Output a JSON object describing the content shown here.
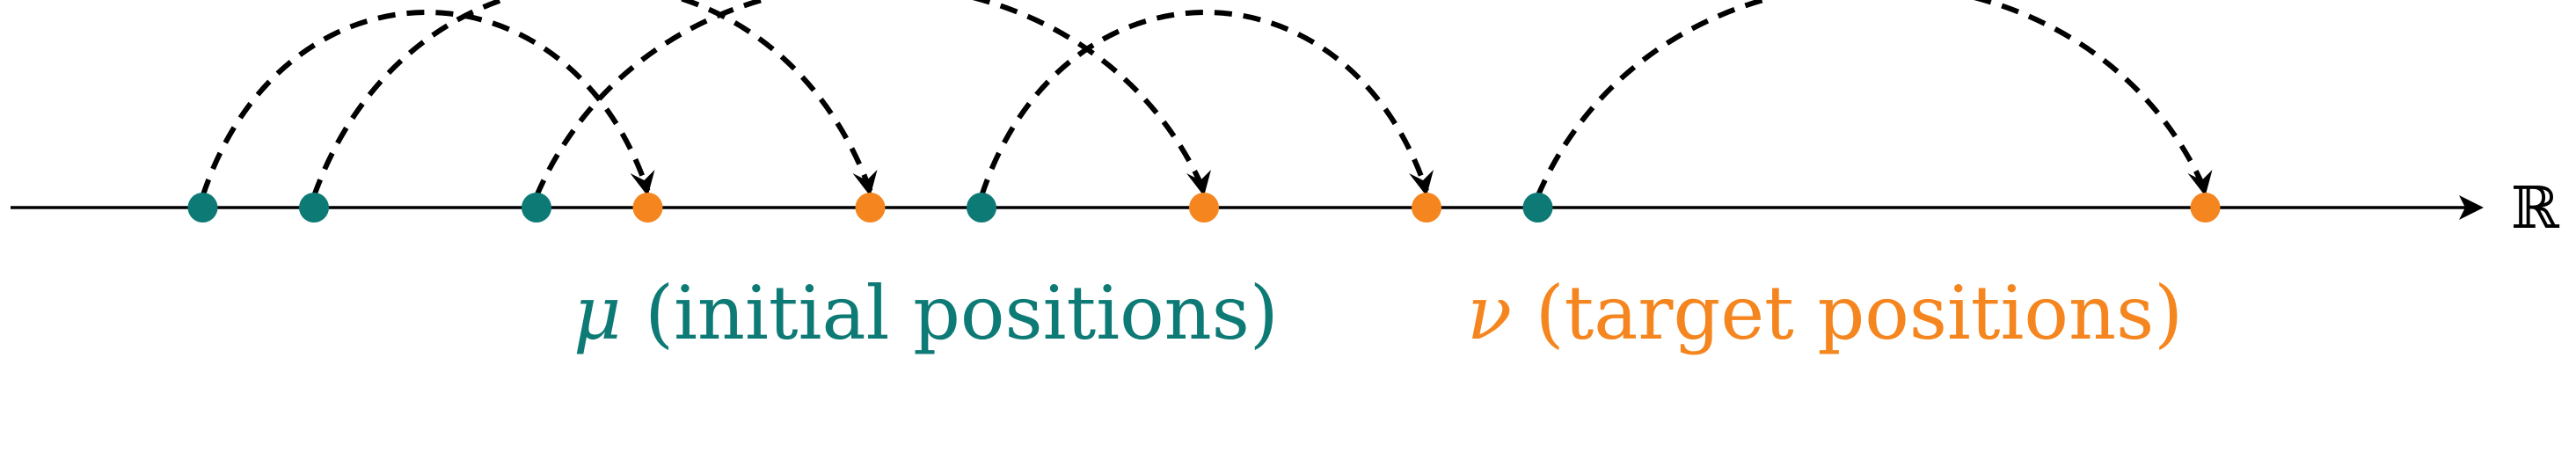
{
  "colors": {
    "initial": "#0d7a75",
    "target": "#f5861f",
    "axis": "#000000",
    "arrow": "#000000"
  },
  "axis": {
    "symbol": "ℝ"
  },
  "initial_points": [
    {
      "id": "i1",
      "x": 1
    },
    {
      "id": "i2",
      "x": 2
    },
    {
      "id": "i3",
      "x": 4
    },
    {
      "id": "i4",
      "x": 8
    },
    {
      "id": "i5",
      "x": 13
    }
  ],
  "target_points": [
    {
      "id": "t1",
      "x": 5
    },
    {
      "id": "t2",
      "x": 7
    },
    {
      "id": "t3",
      "x": 10
    },
    {
      "id": "t4",
      "x": 12
    },
    {
      "id": "t5",
      "x": 19
    }
  ],
  "transport": [
    {
      "from": "i1",
      "to": "t1"
    },
    {
      "from": "i2",
      "to": "t2"
    },
    {
      "from": "i3",
      "to": "t3"
    },
    {
      "from": "i4",
      "to": "t4"
    },
    {
      "from": "i5",
      "to": "t5"
    }
  ],
  "legend": {
    "mu_symbol": "μ",
    "mu_text": " (initial positions)",
    "nu_symbol": "ν",
    "nu_text": " (target positions)"
  }
}
